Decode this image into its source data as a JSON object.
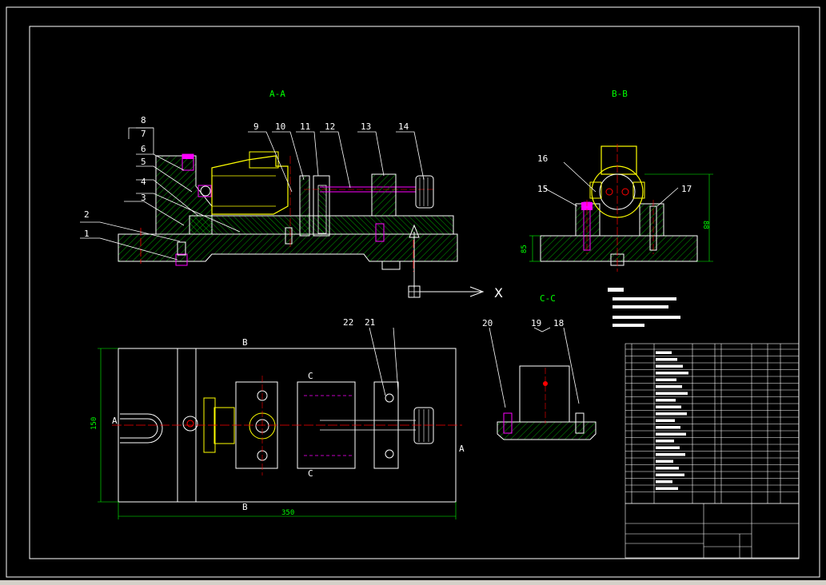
{
  "sections": {
    "aa": "A-A",
    "bb": "B-B",
    "cc": "C-C"
  },
  "balloons": {
    "n1": "1",
    "n2": "2",
    "n3": "3",
    "n4": "4",
    "n5": "5",
    "n6": "6",
    "n7": "7",
    "n8": "8",
    "n9": "9",
    "n10": "10",
    "n11": "11",
    "n12": "12",
    "n13": "13",
    "n14": "14",
    "n15": "15",
    "n16": "16",
    "n17": "17",
    "n18": "18",
    "n19": "19",
    "n20": "20",
    "n21": "21",
    "n22": "22"
  },
  "dimensions": {
    "width_350": "350",
    "height_150": "150",
    "height_88": "88",
    "height_85": "85"
  },
  "axis_label": "X",
  "view_marks": {
    "a": "A",
    "b": "B",
    "c": "C"
  },
  "colors": {
    "background": "#000000",
    "outline": "#ffffff",
    "hatch": "#00ff00",
    "center": "#ff0000",
    "part": "#ffff00",
    "bolt": "#ff00ff",
    "dimension": "#00ff00",
    "hidden": "#00ffff"
  }
}
